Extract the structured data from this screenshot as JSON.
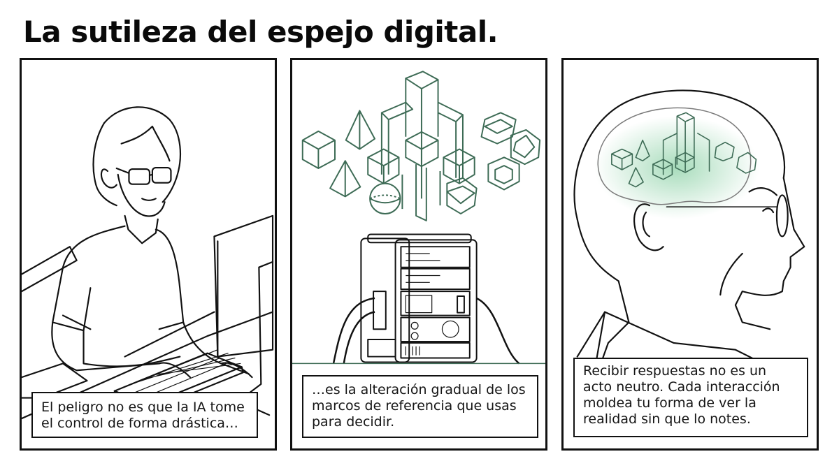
{
  "title": "La sutileza del espejo digital.",
  "panels": [
    {
      "scene": "woman-typing-at-computer",
      "caption": "El peligro no es que la IA tome el control de forma drástica…"
    },
    {
      "scene": "geometric-shapes-over-server",
      "caption": "…es la alteración gradual de los marcos de referencia que usas para decidir."
    },
    {
      "scene": "man-profile-brain-with-shapes",
      "caption": "Recibir respuestas no es un acto neutro. Cada interacción moldea tu forma de ver la realidad sin que lo notes."
    }
  ],
  "colors": {
    "ink": "#111111",
    "accent_green": "#3d6b55",
    "glow_green": "#9ed8b4",
    "background": "#ffffff"
  }
}
